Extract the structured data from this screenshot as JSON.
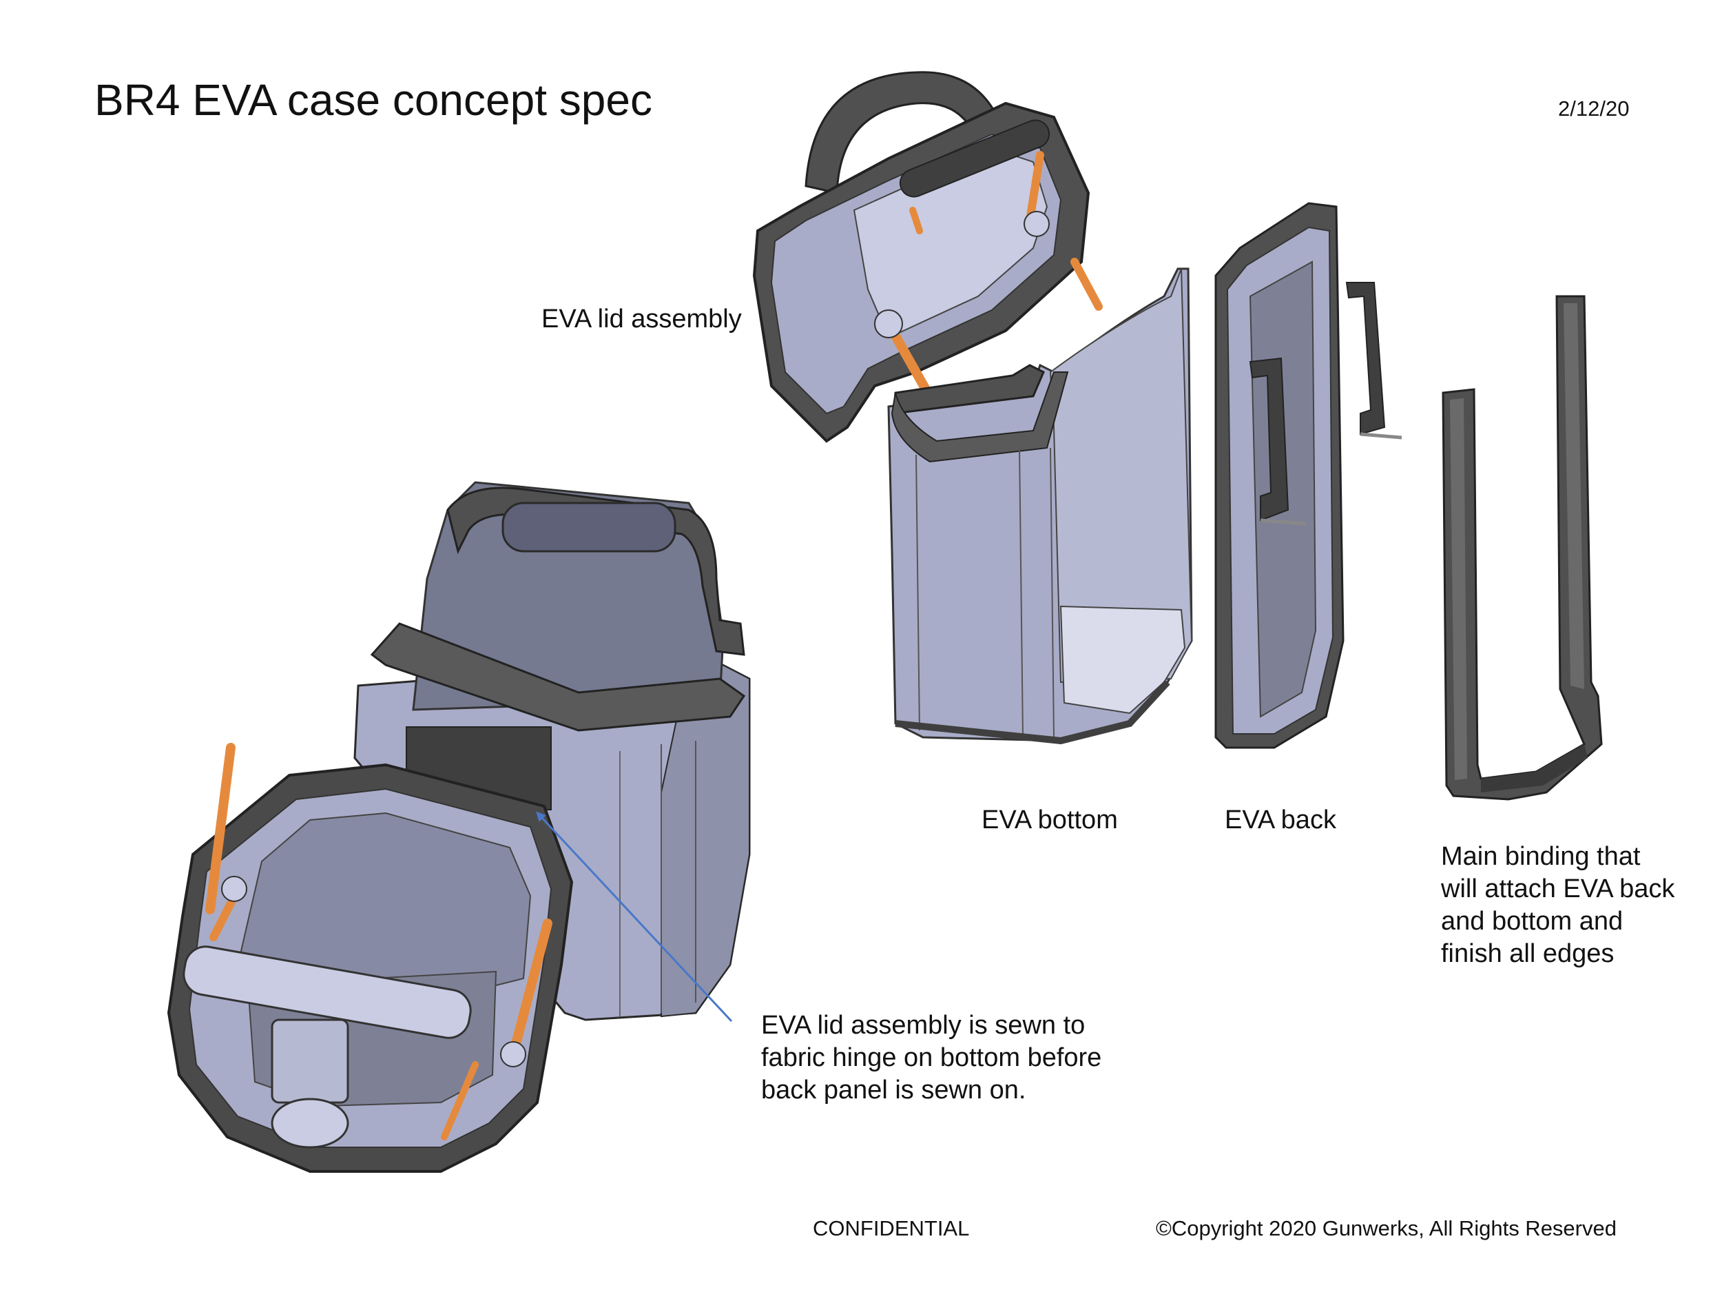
{
  "header": {
    "title": "BR4 EVA case concept spec",
    "date": "2/12/20"
  },
  "labels": {
    "lid_assembly": "EVA lid assembly",
    "bottom": "EVA bottom",
    "back": "EVA back",
    "binding": [
      "Main binding that",
      "will attach EVA back",
      "and bottom and",
      "finish all edges"
    ],
    "note": [
      "EVA lid assembly is sewn to",
      "fabric hinge on bottom before",
      "back panel is sewn on."
    ]
  },
  "footer": {
    "confidential": "CONFIDENTIAL",
    "copyright": "©Copyright 2020 Gunwerks,  All Rights Reserved"
  },
  "colors": {
    "panel": "#A9ACC8",
    "panel_light": "#C9CCE2",
    "panel_shadow": "#7E8196",
    "binding": "#505050",
    "binding_dark": "#3A3A3A",
    "pin": "#E58A3C",
    "arrow": "#4A78C8"
  }
}
